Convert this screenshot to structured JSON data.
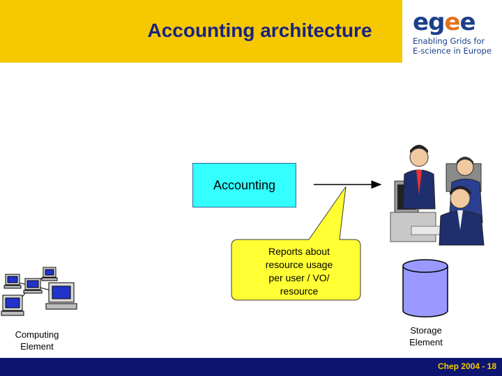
{
  "header": {
    "title": "Accounting architecture",
    "logo": {
      "mark_e1": "e",
      "mark_g": "g",
      "mark_e2": "e",
      "mark_e3": "e",
      "line1": "Enabling Grids for",
      "line2": "E-science in Europe"
    }
  },
  "diagram": {
    "accounting_label": "Accounting",
    "callout_lines": [
      "Reports about",
      "resource usage",
      "per user / VO/",
      "resource"
    ],
    "computing_element_lines": [
      "Computing",
      "Element"
    ],
    "storage_element_lines": [
      "Storage",
      "Element"
    ]
  },
  "footer": {
    "text": "Chep 2004 - 18"
  },
  "colors": {
    "header_band": "#f5c800",
    "title": "#1a237e",
    "accounting_box": "#33ffff",
    "callout_fill": "#ffff33",
    "storage_fill": "#9999ff",
    "footer": "#0d1570",
    "footer_text": "#f5c800"
  }
}
